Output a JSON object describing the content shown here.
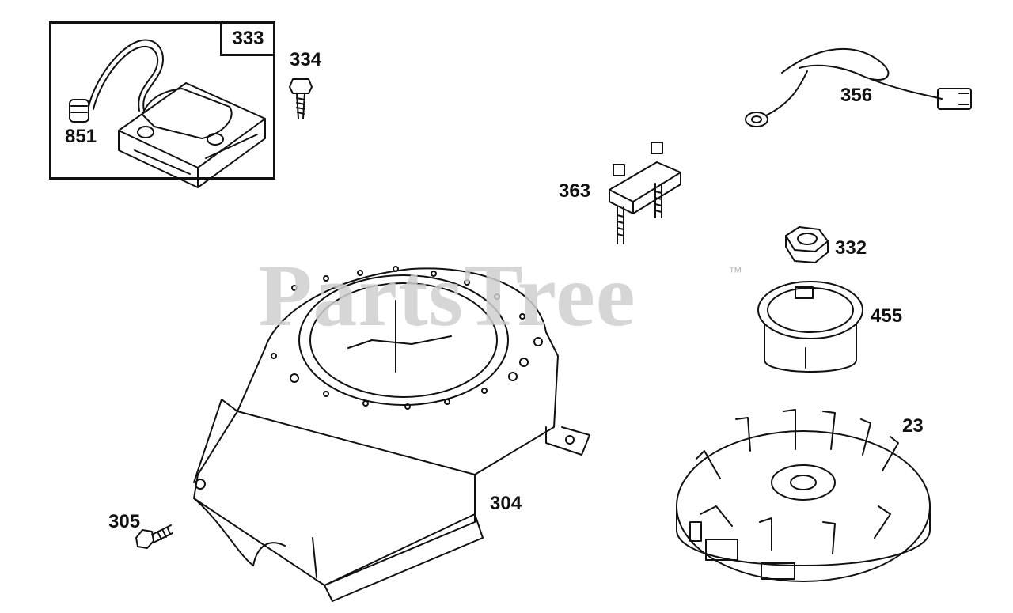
{
  "diagram": {
    "watermark": "PartsTree",
    "watermark_mark": "™",
    "inset_label": "333",
    "callouts": {
      "p334": "334",
      "p851": "851",
      "p356": "356",
      "p363": "363",
      "p332": "332",
      "p455": "455",
      "p23": "23",
      "p304": "304",
      "p305": "305"
    },
    "colors": {
      "line": "#111111",
      "watermark": "#cfcfcf",
      "background": "#ffffff"
    }
  }
}
